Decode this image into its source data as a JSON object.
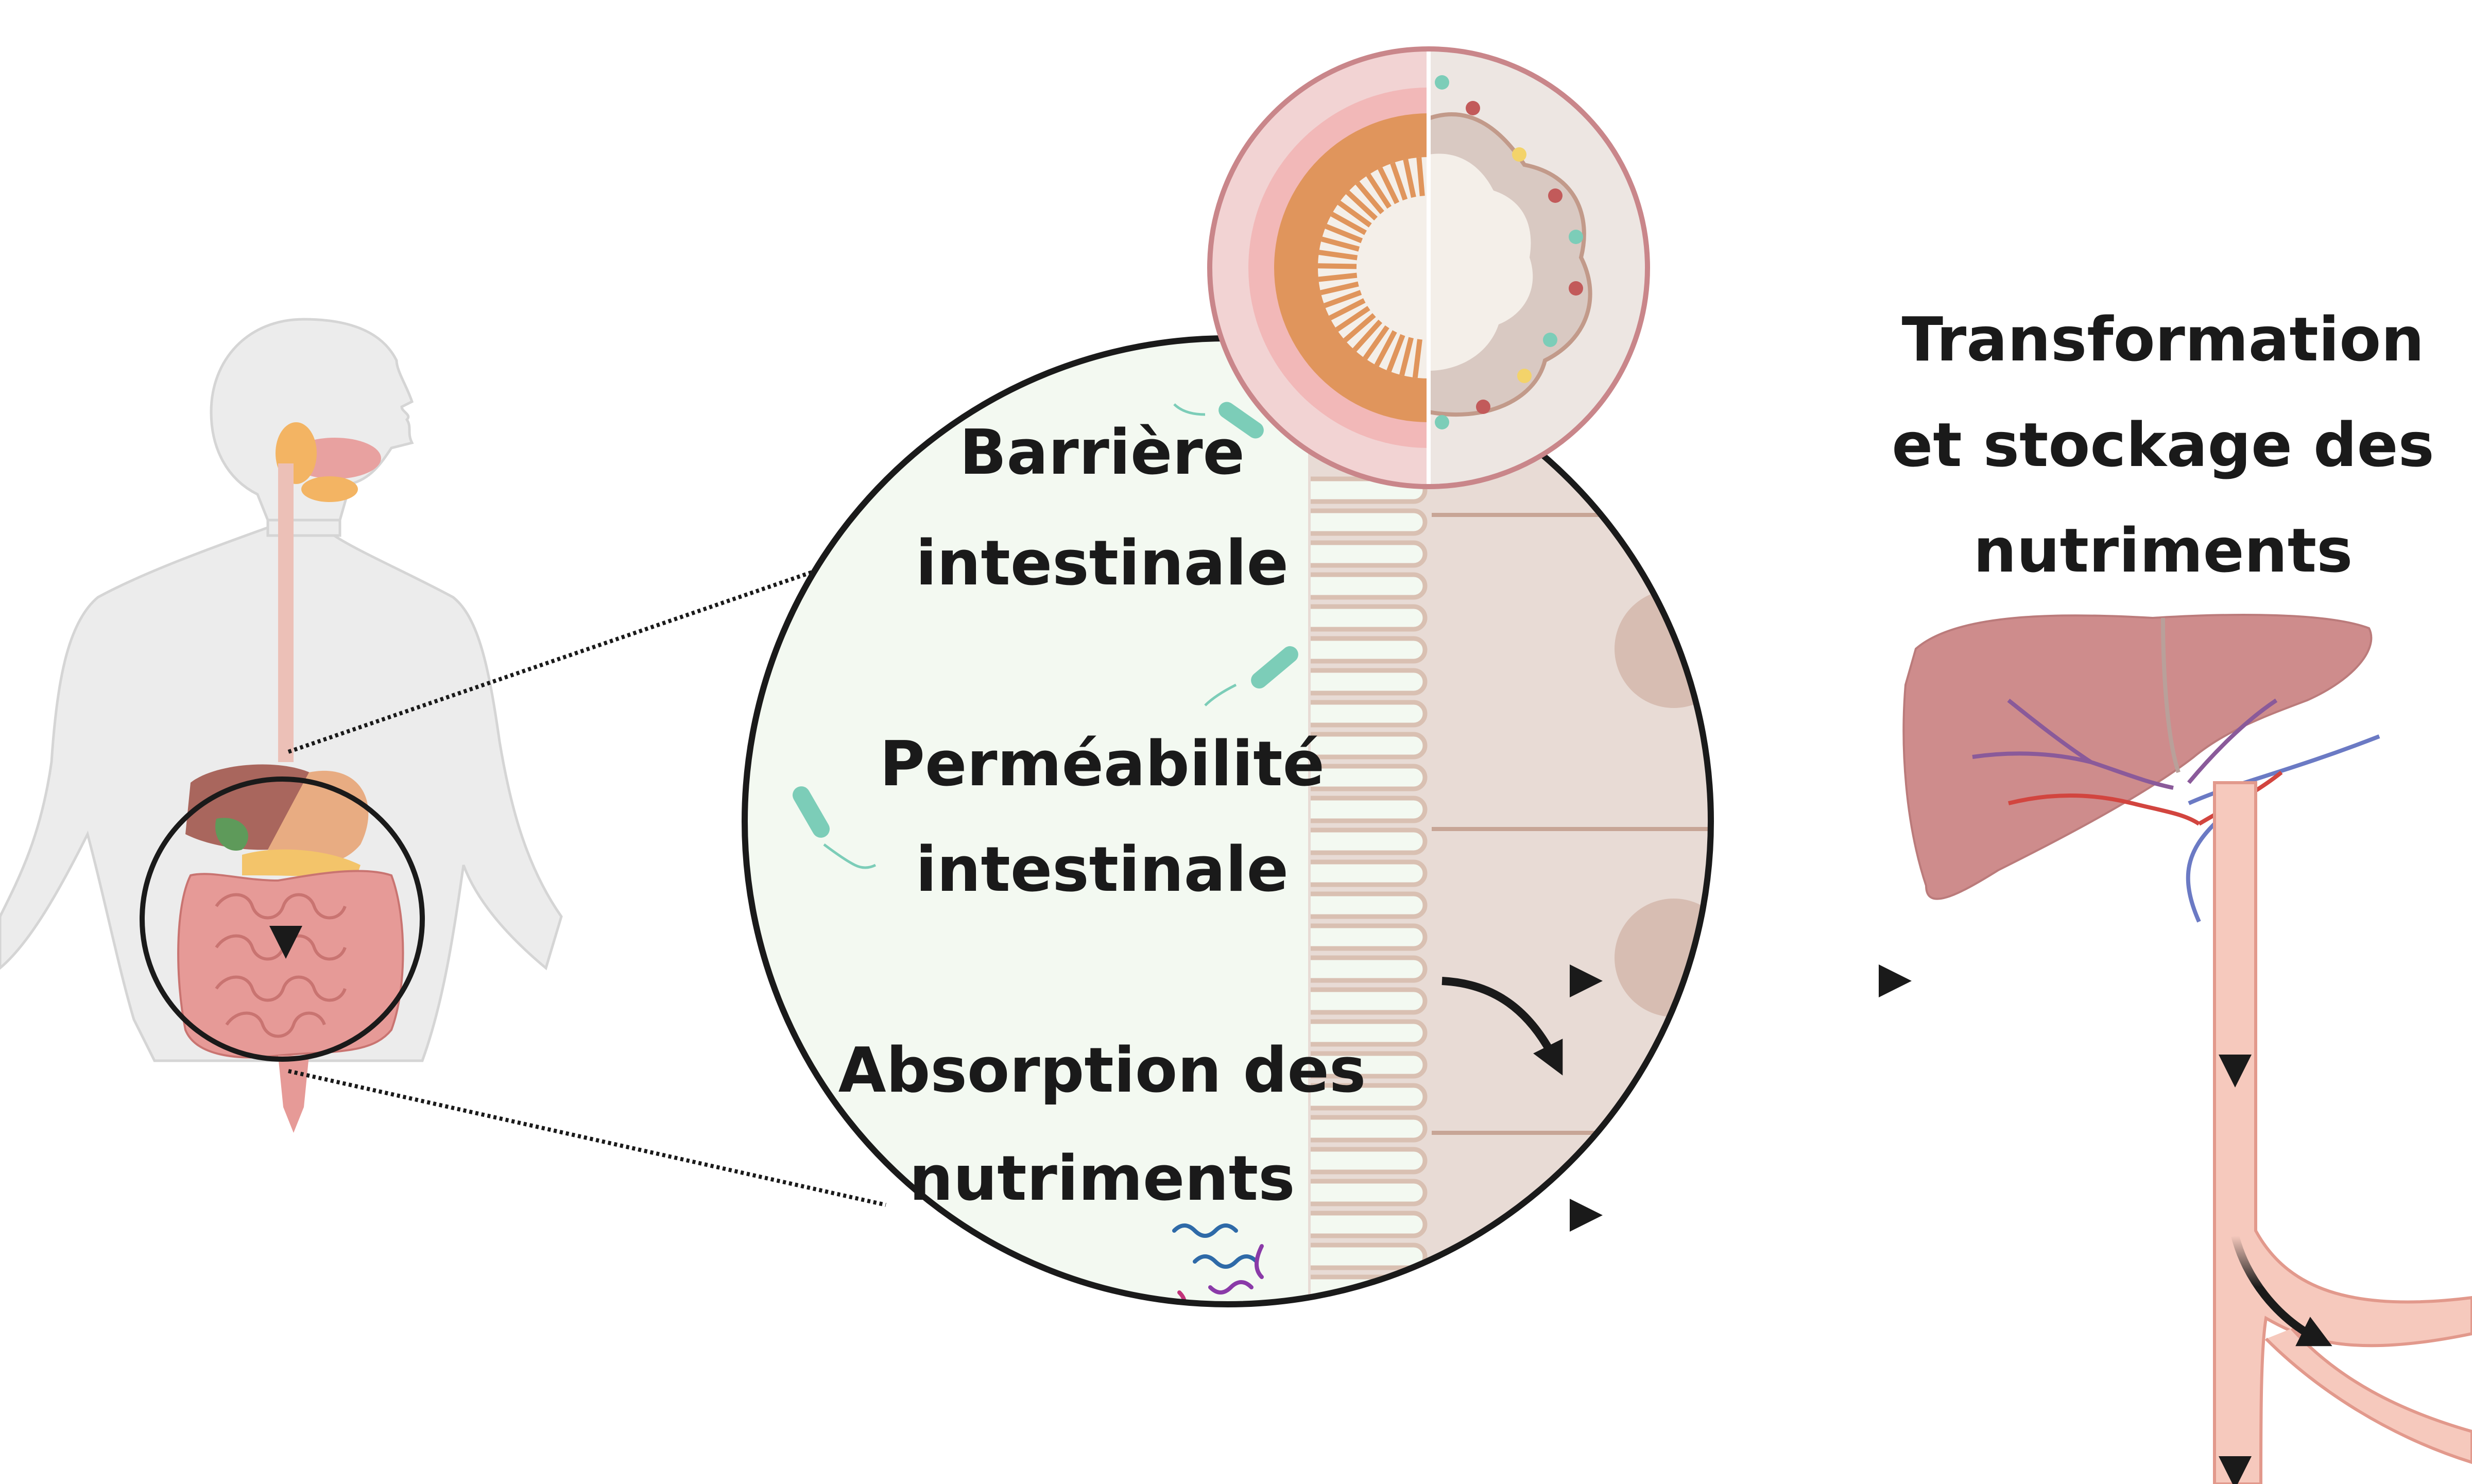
{
  "labels": {
    "barrier_l1": "Barrière",
    "barrier_l2": "intestinale",
    "perm_l1": "Perméabilité",
    "perm_l2": "intestinale",
    "absorp_l1": "Absorption des",
    "absorp_l2": "nutriments",
    "transform_l1": "Transformation",
    "transform_l2": "et stockage des",
    "transform_l3": "nutriments"
  },
  "colors": {
    "skin": "#ebebeb",
    "body_outline": "#cfcfcf",
    "intestine": "#e69a97",
    "liver": "#c67878",
    "mucosa_orange": "#e0955c",
    "lumen_bg": "#f3f9f1",
    "tissue_bg": "#e8dbd5",
    "villus": "#d9c0b2",
    "bacteria": "#7ccdb8",
    "vessel": "#f2c1b3",
    "arrow": "#1a1a1a"
  },
  "icons": [
    "human-body-icon",
    "intestine-cross-section-icon",
    "bacteria-icon",
    "liver-icon",
    "blood-vessel-icon",
    "dna-strand-icon"
  ]
}
